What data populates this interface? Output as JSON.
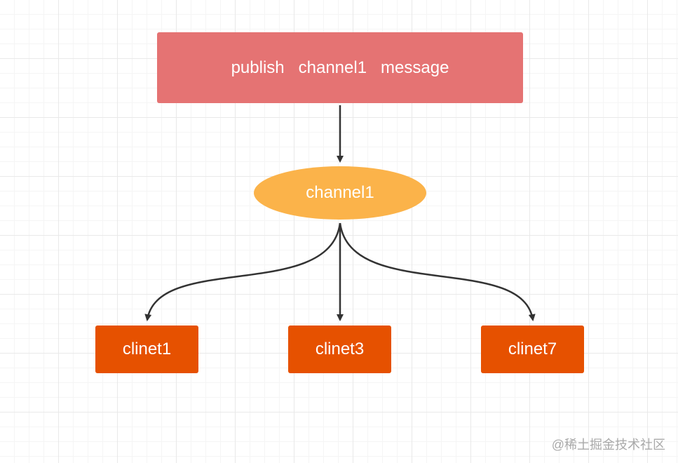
{
  "colors": {
    "publish_fill": "#e57373",
    "channel_fill": "#fbb34a",
    "client_fill": "#e65100",
    "edge": "#333333",
    "text": "#ffffff"
  },
  "nodes": {
    "publish": {
      "label": "publish   channel1   message"
    },
    "channel": {
      "label": "channel1"
    },
    "clients": [
      {
        "label": "clinet1"
      },
      {
        "label": "clinet3"
      },
      {
        "label": "clinet7"
      }
    ]
  },
  "watermark": {
    "text": "@稀土掘金技术社区"
  }
}
